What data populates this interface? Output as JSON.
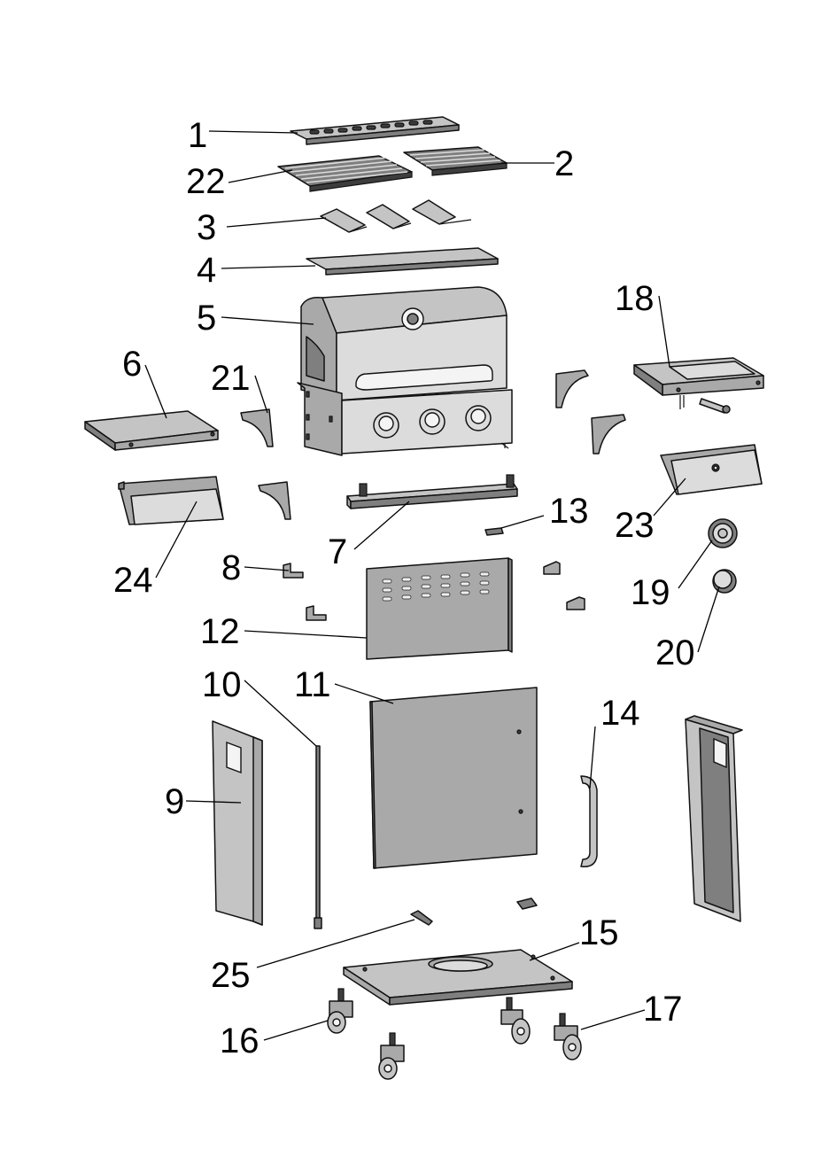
{
  "labels": {
    "p1": "1",
    "p2": "2",
    "p3": "3",
    "p4": "4",
    "p5": "5",
    "p6": "6",
    "p7": "7",
    "p8": "8",
    "p9": "9",
    "p10": "10",
    "p11": "11",
    "p12": "12",
    "p13": "13",
    "p14": "14",
    "p15": "15",
    "p16": "16",
    "p17": "17",
    "p18": "18",
    "p19": "19",
    "p20": "20",
    "p21": "21",
    "p22": "22",
    "p23": "23",
    "p24": "24",
    "p25": "25"
  },
  "colors": {
    "background": "#ffffff",
    "metal": "#a9a9a9",
    "metal_light": "#c4c4c4",
    "metal_dark": "#7f7f7f",
    "line": "#111111"
  }
}
